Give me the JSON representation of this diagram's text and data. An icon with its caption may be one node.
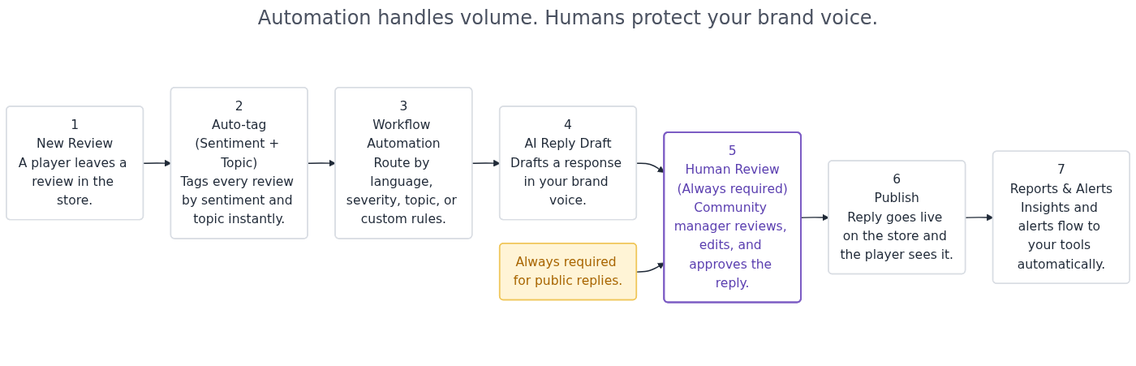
{
  "diagram": {
    "title": "Automation handles volume. Humans protect your brand voice.",
    "nodes": [
      {
        "text": [
          "1",
          "New Review",
          "A player leaves a review in the store."
        ]
      },
      {
        "text": [
          "2",
          "Auto-tag",
          "(Sentiment + Topic)",
          "Tags every review by sentiment and topic instantly."
        ]
      },
      {
        "text": [
          "3",
          "Workflow Automation",
          "Route by language, severity, topic, or custom rules."
        ]
      },
      {
        "text": [
          "4",
          "AI Reply Draft",
          "Drafts a response in your brand voice."
        ]
      },
      {
        "text": [
          "5",
          "Human Review",
          "(Always required)",
          "Community manager reviews, edits, and approves the reply."
        ]
      },
      {
        "text": [
          "6",
          "Publish",
          "Reply goes live on the store and the player sees it."
        ]
      },
      {
        "text": [
          "7",
          "Reports & Alerts",
          "Insights and alerts flow to your tools automatically."
        ]
      },
      {
        "text": [
          "Always required for public replies."
        ]
      }
    ],
    "edges": [
      {
        "from": 0,
        "to": 1,
        "arrow": "to"
      },
      {
        "from": 1,
        "to": 2,
        "arrow": "to"
      },
      {
        "from": 2,
        "to": 3,
        "arrow": "to"
      },
      {
        "from": 3,
        "to": 4,
        "arrow": "to"
      },
      {
        "from": 4,
        "to": 5,
        "arrow": "to"
      },
      {
        "from": 5,
        "to": 6,
        "arrow": "to"
      },
      {
        "from": 7,
        "to": 4,
        "arrow": "to"
      }
    ]
  }
}
